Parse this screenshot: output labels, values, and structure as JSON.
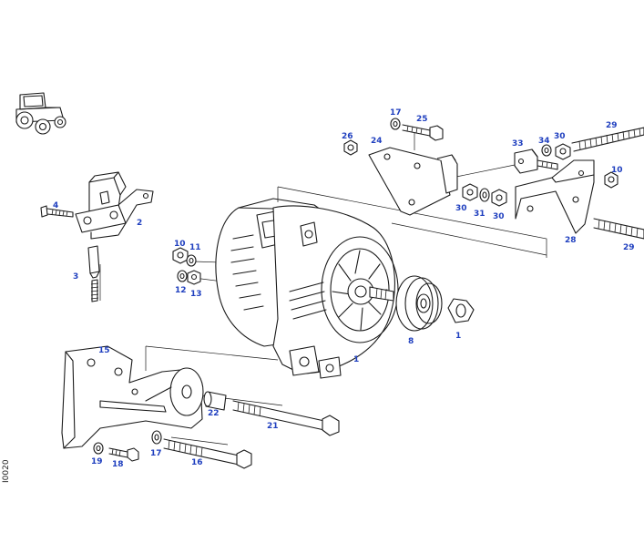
{
  "colors": {
    "callout": "#1f3fbf",
    "line": "#1a1a1a",
    "background": "#ffffff"
  },
  "icons": {
    "tractor": "tractor-icon"
  },
  "reference_code": "I0020",
  "callouts": [
    {
      "id": "c1a",
      "label": "1"
    },
    {
      "id": "c1b",
      "label": "1"
    },
    {
      "id": "c2",
      "label": "2"
    },
    {
      "id": "c3",
      "label": "3"
    },
    {
      "id": "c4",
      "label": "4"
    },
    {
      "id": "c8",
      "label": "8"
    },
    {
      "id": "c10a",
      "label": "10"
    },
    {
      "id": "c10b",
      "label": "10"
    },
    {
      "id": "c11",
      "label": "11"
    },
    {
      "id": "c12",
      "label": "12"
    },
    {
      "id": "c13",
      "label": "13"
    },
    {
      "id": "c15",
      "label": "15"
    },
    {
      "id": "c16",
      "label": "16"
    },
    {
      "id": "c17a",
      "label": "17"
    },
    {
      "id": "c17b",
      "label": "17"
    },
    {
      "id": "c18",
      "label": "18"
    },
    {
      "id": "c19",
      "label": "19"
    },
    {
      "id": "c21",
      "label": "21"
    },
    {
      "id": "c22",
      "label": "22"
    },
    {
      "id": "c24",
      "label": "24"
    },
    {
      "id": "c25",
      "label": "25"
    },
    {
      "id": "c26",
      "label": "26"
    },
    {
      "id": "c28",
      "label": "28"
    },
    {
      "id": "c29a",
      "label": "29"
    },
    {
      "id": "c29b",
      "label": "29"
    },
    {
      "id": "c30a",
      "label": "30"
    },
    {
      "id": "c30b",
      "label": "30"
    },
    {
      "id": "c30c",
      "label": "30"
    },
    {
      "id": "c31",
      "label": "31"
    },
    {
      "id": "c33",
      "label": "33"
    },
    {
      "id": "c34",
      "label": "34"
    }
  ]
}
